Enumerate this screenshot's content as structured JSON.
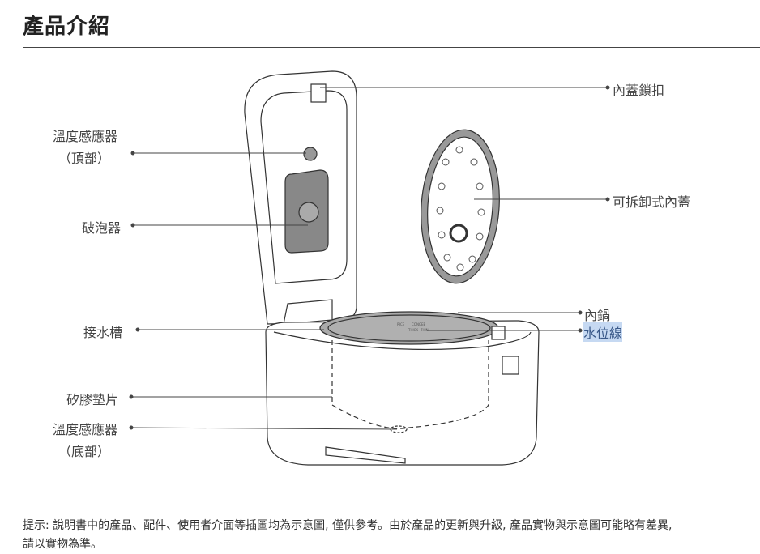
{
  "title": "產品介紹",
  "labels": {
    "top_sensor": "溫度感應器",
    "top_sensor_sub": "（頂部）",
    "foam_breaker": "破泡器",
    "drip_tray": "接水槽",
    "gasket": "矽膠墊片",
    "bottom_sensor": "溫度感應器",
    "bottom_sensor_sub": "（底部）",
    "lid_lock": "內蓋鎖扣",
    "removable_lid": "可拆卸式內蓋",
    "inner_pot": "內鍋",
    "water_line": "水位線"
  },
  "pot_markings": {
    "rice": "RICE",
    "congee": "CONGEE",
    "thick": "THICK",
    "thin": "THIN"
  },
  "note_line1": "提示: 說明書中的產品、配件、使用者介面等插圖均為示意圖, 僅供參考。由於產品的更新與升級, 產品實物與示意圖可能略有差異,",
  "note_line2": "請以實物為準。"
}
